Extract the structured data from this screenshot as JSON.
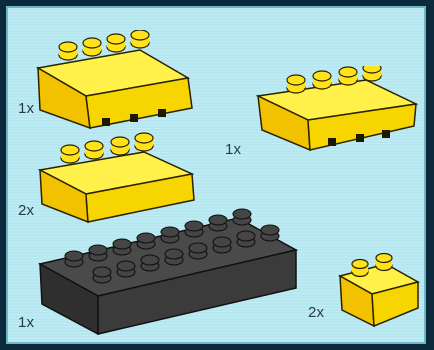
{
  "background_color": "#b5e7f1",
  "frame_color": "#0c2a3c",
  "parts": [
    {
      "name": "yellow-slope-brick-2x4",
      "color": "#f4d400",
      "quantity_label": "1x"
    },
    {
      "name": "yellow-inverted-slope-brick-2x4",
      "color": "#f4d400",
      "quantity_label": "1x"
    },
    {
      "name": "yellow-slope-brick-2x4",
      "color": "#f4d400",
      "quantity_label": "2x"
    },
    {
      "name": "dark-gray-brick-2x8",
      "color": "#3a3a3a",
      "quantity_label": "1x"
    },
    {
      "name": "yellow-slope-brick-2x2",
      "color": "#f4d400",
      "quantity_label": "2x"
    }
  ]
}
